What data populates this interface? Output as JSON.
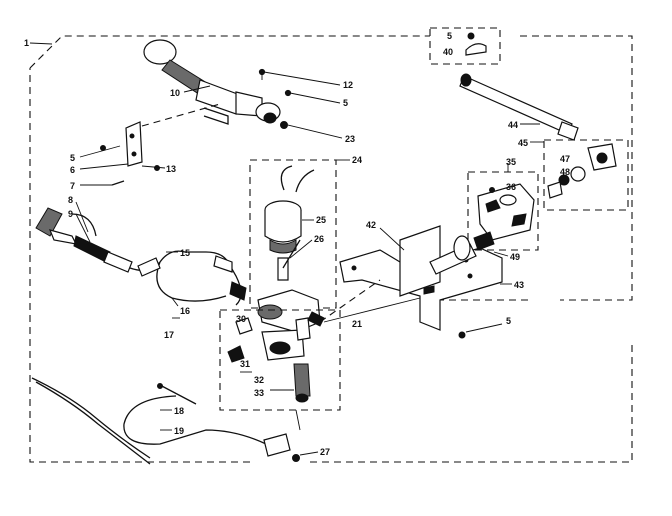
{
  "labels": {
    "frame": "1",
    "screw_top": "5",
    "clip_top": "40",
    "screw_12": "12",
    "screw_5a": "5",
    "ferrule_10": "10",
    "nut_23": "23",
    "screw_5b": "5",
    "bracket_6": "6",
    "screw_13": "13",
    "screw_7": "7",
    "orifice_8": "8",
    "tube_9": "9",
    "fitting_15": "15",
    "line_16": "16",
    "line_17": "17",
    "box_24": "24",
    "solenoid_25": "25",
    "stem_26": "26",
    "bracket_42": "42",
    "plate_43": "43",
    "screw_21": "21",
    "screw_5c": "5",
    "tube_44": "44",
    "box_45": "45",
    "valve_35": "35",
    "knob_36": "36",
    "nut_47": "47",
    "washer_48": "48",
    "seal_49": "49",
    "nut_30": "30",
    "nut_31": "31",
    "fitting_32": "32",
    "plug_33": "33",
    "wire_18": "18",
    "wire_19": "19",
    "thermocouple_27": "27"
  }
}
